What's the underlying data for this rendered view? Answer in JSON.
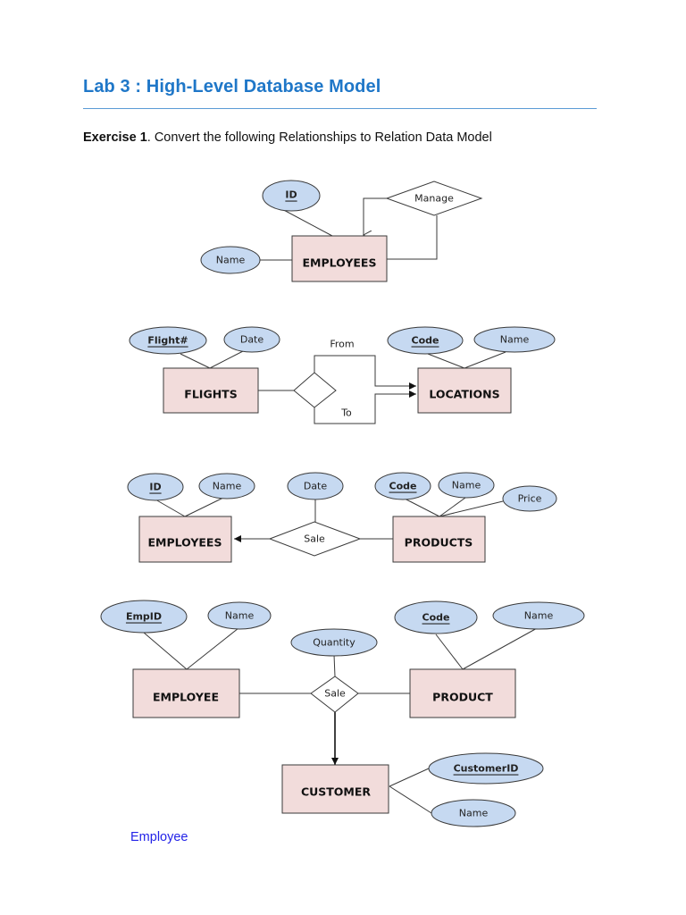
{
  "page": {
    "title": "Lab 3 : High-Level Database Model",
    "exercise_label": "Exercise 1",
    "exercise_text": ". Convert the following Relationships to Relation Data Model",
    "footer_link": "Employee"
  },
  "colors": {
    "title": "#1f77c8",
    "rule": "#5b9bd5",
    "entity_fill": "#f2dcdb",
    "attribute_fill": "#c6d9f1",
    "relationship_fill": "#ffffff",
    "link": "#2323e8"
  },
  "diagrams": [
    {
      "entities": [
        "EMPLOYEES"
      ],
      "attributes": [
        {
          "name": "ID",
          "key": true,
          "of": "EMPLOYEES"
        },
        {
          "name": "Name",
          "key": false,
          "of": "EMPLOYEES"
        }
      ],
      "relationships": [
        {
          "name": "Manage",
          "connects": [
            "EMPLOYEES",
            "EMPLOYEES"
          ],
          "recursive": true
        }
      ]
    },
    {
      "entities": [
        "FLIGHTS",
        "LOCATIONS"
      ],
      "attributes": [
        {
          "name": "Flight#",
          "key": true,
          "of": "FLIGHTS"
        },
        {
          "name": "Date",
          "key": false,
          "of": "FLIGHTS"
        },
        {
          "name": "Code",
          "key": true,
          "of": "LOCATIONS"
        },
        {
          "name": "Name",
          "key": false,
          "of": "LOCATIONS"
        }
      ],
      "relationships": [
        {
          "name": "",
          "connects": [
            "FLIGHTS",
            "LOCATIONS"
          ],
          "roles": [
            "From",
            "To"
          ]
        }
      ]
    },
    {
      "entities": [
        "EMPLOYEES",
        "PRODUCTS"
      ],
      "attributes": [
        {
          "name": "ID",
          "key": true,
          "of": "EMPLOYEES"
        },
        {
          "name": "Name",
          "key": false,
          "of": "EMPLOYEES"
        },
        {
          "name": "Date",
          "key": false,
          "of": "Sale"
        },
        {
          "name": "Code",
          "key": true,
          "of": "PRODUCTS"
        },
        {
          "name": "Name",
          "key": false,
          "of": "PRODUCTS"
        },
        {
          "name": "Price",
          "key": false,
          "of": "PRODUCTS"
        }
      ],
      "relationships": [
        {
          "name": "Sale",
          "connects": [
            "PRODUCTS",
            "EMPLOYEES"
          ]
        }
      ]
    },
    {
      "entities": [
        "EMPLOYEE",
        "PRODUCT",
        "CUSTOMER"
      ],
      "attributes": [
        {
          "name": "EmpID",
          "key": true,
          "of": "EMPLOYEE"
        },
        {
          "name": "Name",
          "key": false,
          "of": "EMPLOYEE"
        },
        {
          "name": "Quantity",
          "key": false,
          "of": "Sale"
        },
        {
          "name": "Code",
          "key": true,
          "of": "PRODUCT"
        },
        {
          "name": "Name",
          "key": false,
          "of": "PRODUCT"
        },
        {
          "name": "CustomerID",
          "key": true,
          "of": "CUSTOMER"
        },
        {
          "name": "Name",
          "key": false,
          "of": "CUSTOMER"
        }
      ],
      "relationships": [
        {
          "name": "Sale",
          "connects": [
            "EMPLOYEE",
            "PRODUCT",
            "CUSTOMER"
          ]
        }
      ]
    }
  ]
}
